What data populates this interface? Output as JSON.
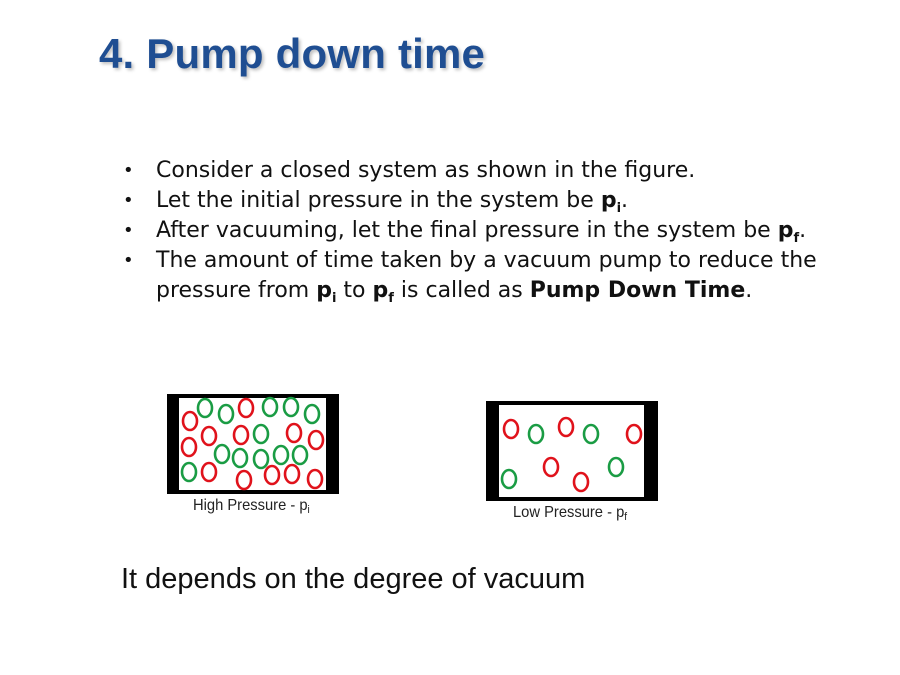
{
  "slide": {
    "title": "4. Pump down time",
    "bullets": [
      {
        "text": "Consider a closed system as shown in the figure."
      },
      {
        "pre": "Let the initial pressure in the system be ",
        "var": "p",
        "sub": "i",
        "post": "."
      },
      {
        "pre": "After vacuuming, let the final pressure in the system be ",
        "var": "p",
        "sub": "f",
        "post": "."
      },
      {
        "pre": "The amount of time taken by a vacuum pump to reduce the pressure from ",
        "var1": "p",
        "sub1": "i",
        "mid": " to ",
        "var2": "p",
        "sub2": "f",
        "mid2": " is called as ",
        "term": "Pump Down Time",
        "post": "."
      }
    ],
    "bullet_glyph": "•",
    "figures": {
      "high": {
        "label": "High Pressure - p",
        "label_sub": "i"
      },
      "low": {
        "label": "Low Pressure - p",
        "label_sub": "f"
      }
    },
    "conclusion": "It depends on the degree of vacuum"
  },
  "colors": {
    "title": "#1f4e92",
    "red_molecule": "#e0121b",
    "green_molecule": "#1a9c44",
    "container_wall": "#000000"
  }
}
